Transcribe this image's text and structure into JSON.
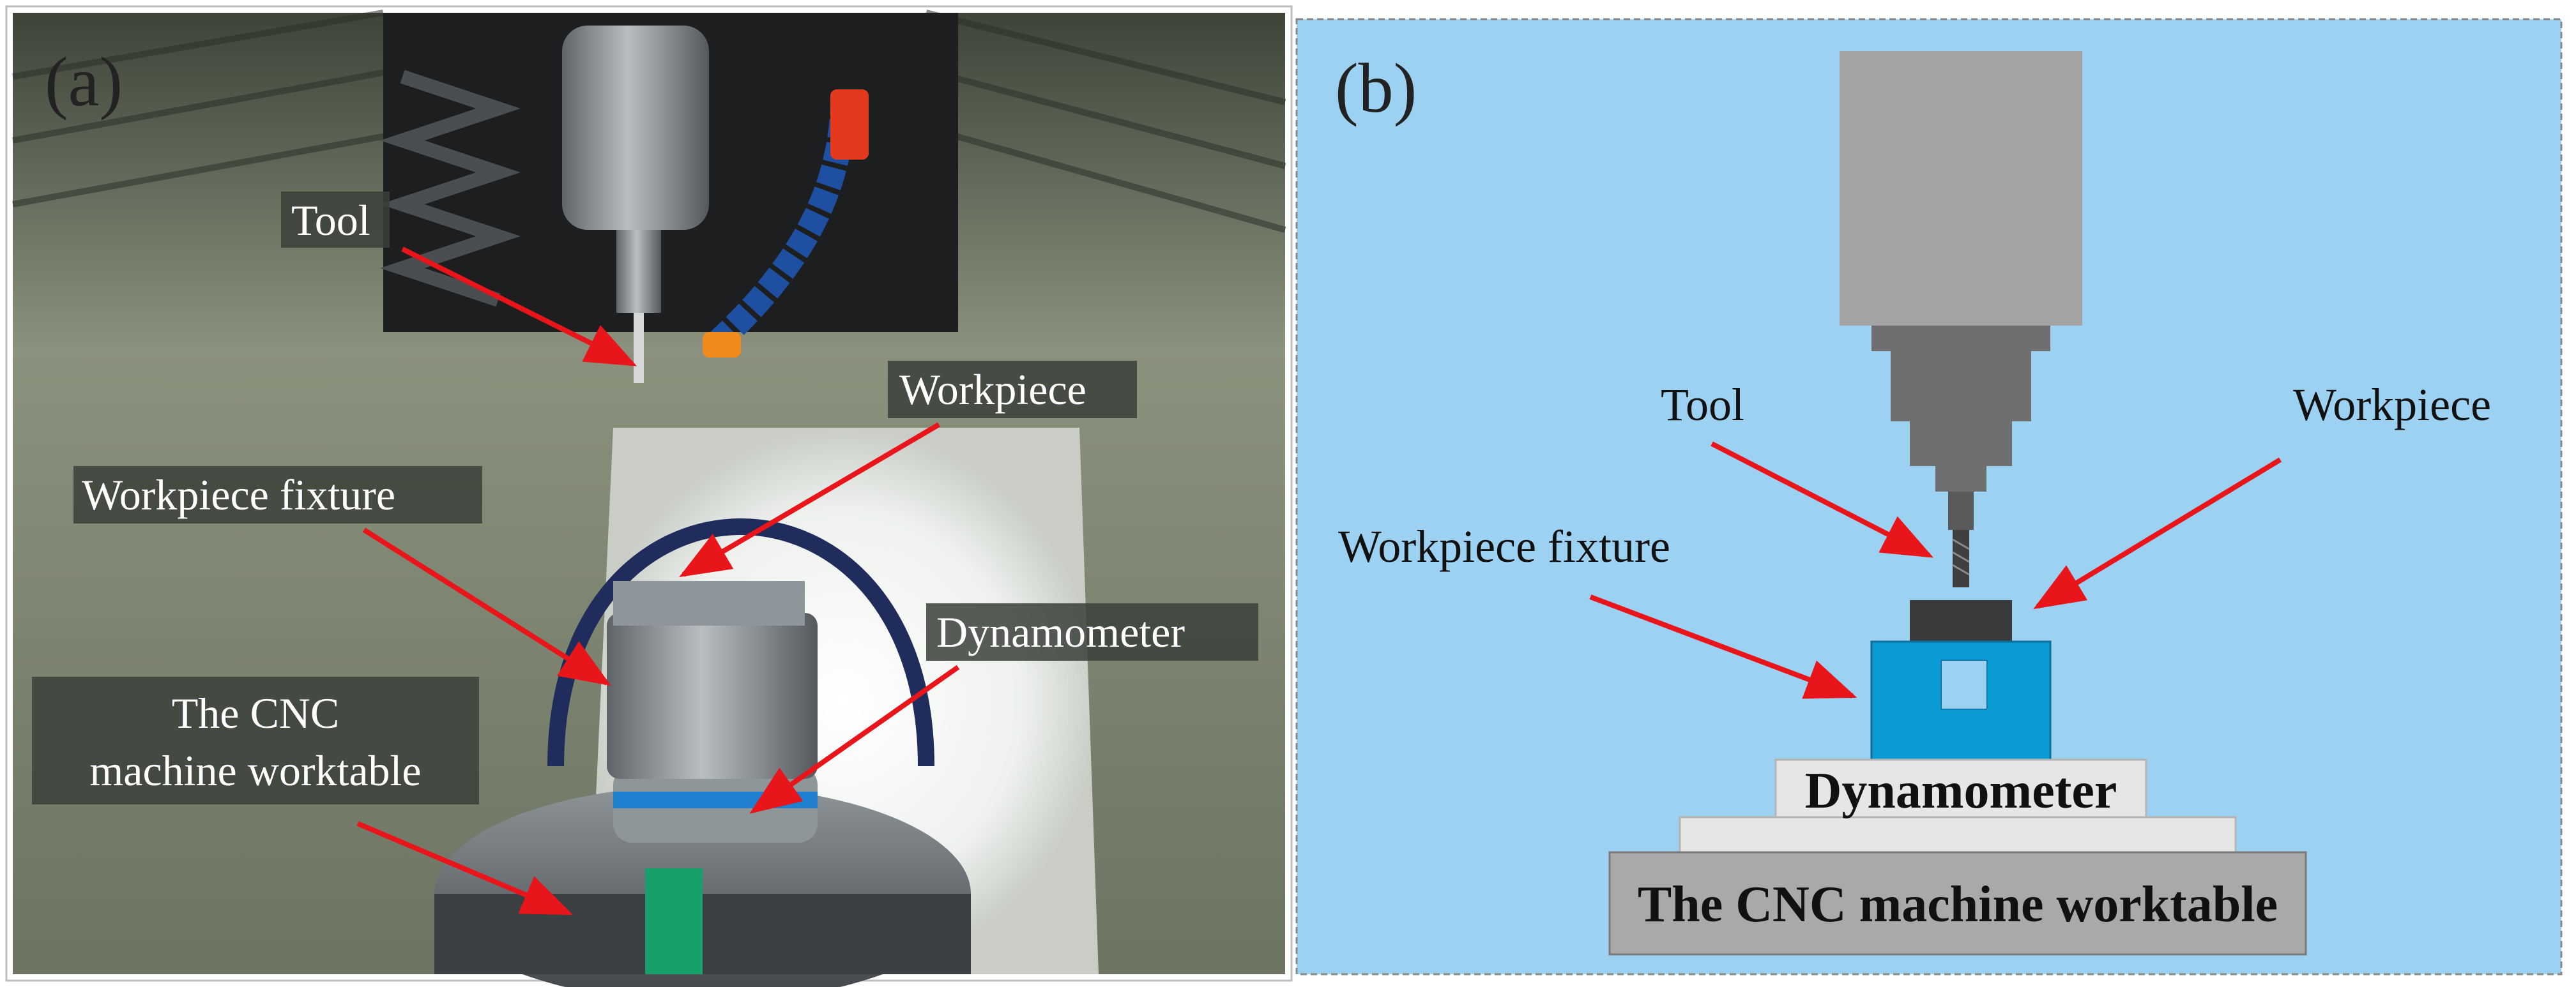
{
  "panel_a": {
    "letter": "(a)",
    "labels": {
      "tool": "Tool",
      "workpiece": "Workpiece",
      "workpiece_fixture": "Workpiece fixture",
      "dynamometer": "Dynamometer",
      "worktable_line1": "The CNC",
      "worktable_line2": "machine worktable"
    }
  },
  "panel_b": {
    "letter": "(b)",
    "labels": {
      "tool": "Tool",
      "workpiece": "Workpiece",
      "workpiece_fixture": "Workpiece fixture",
      "dynamometer": "Dynamometer",
      "worktable": "The CNC machine worktable"
    }
  },
  "colors": {
    "panel_b_background": "#9dd1f1",
    "arrow": "#e8151b",
    "fixture": "#0a9ad4",
    "spindle": "#a3a3a3",
    "holder": "#6f6f6f",
    "tool": "#3f3f3f",
    "workpiece": "#3a3a3a",
    "dynamometer": "#e6e6e6",
    "worktable": "#a9a9a9"
  }
}
